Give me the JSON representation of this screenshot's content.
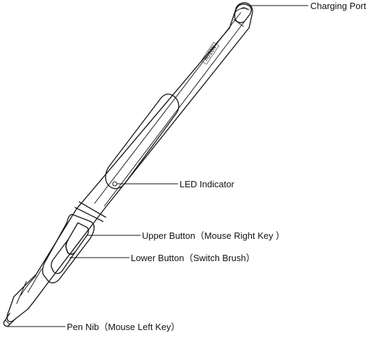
{
  "pen": {
    "brand": "HUION"
  },
  "callouts": {
    "charging_port": "Charging Port",
    "led_indicator": "LED Indicator",
    "upper_button": "Upper Button（Mouse Right Key ）",
    "lower_button": "Lower Button（Switch Brush）",
    "pen_nib": "Pen Nib（Mouse Left Key）"
  }
}
